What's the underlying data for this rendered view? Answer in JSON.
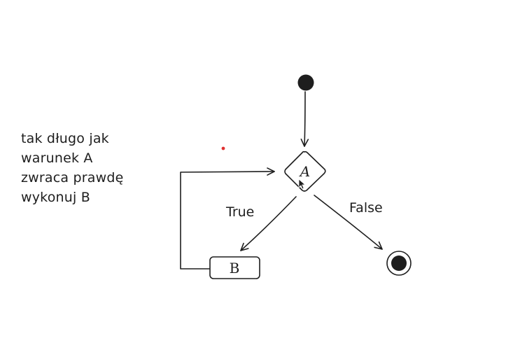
{
  "note": {
    "lines": [
      "tak długo jak",
      "warunek A",
      "zwraca prawdę",
      "wykonuj B"
    ]
  },
  "nodes": {
    "decision_label": "A",
    "action_label": "B"
  },
  "edges": {
    "true_label": "True",
    "false_label": "False"
  },
  "colors": {
    "ink": "#1e1e1e",
    "dot": "#e03131",
    "background": "#ffffff"
  }
}
